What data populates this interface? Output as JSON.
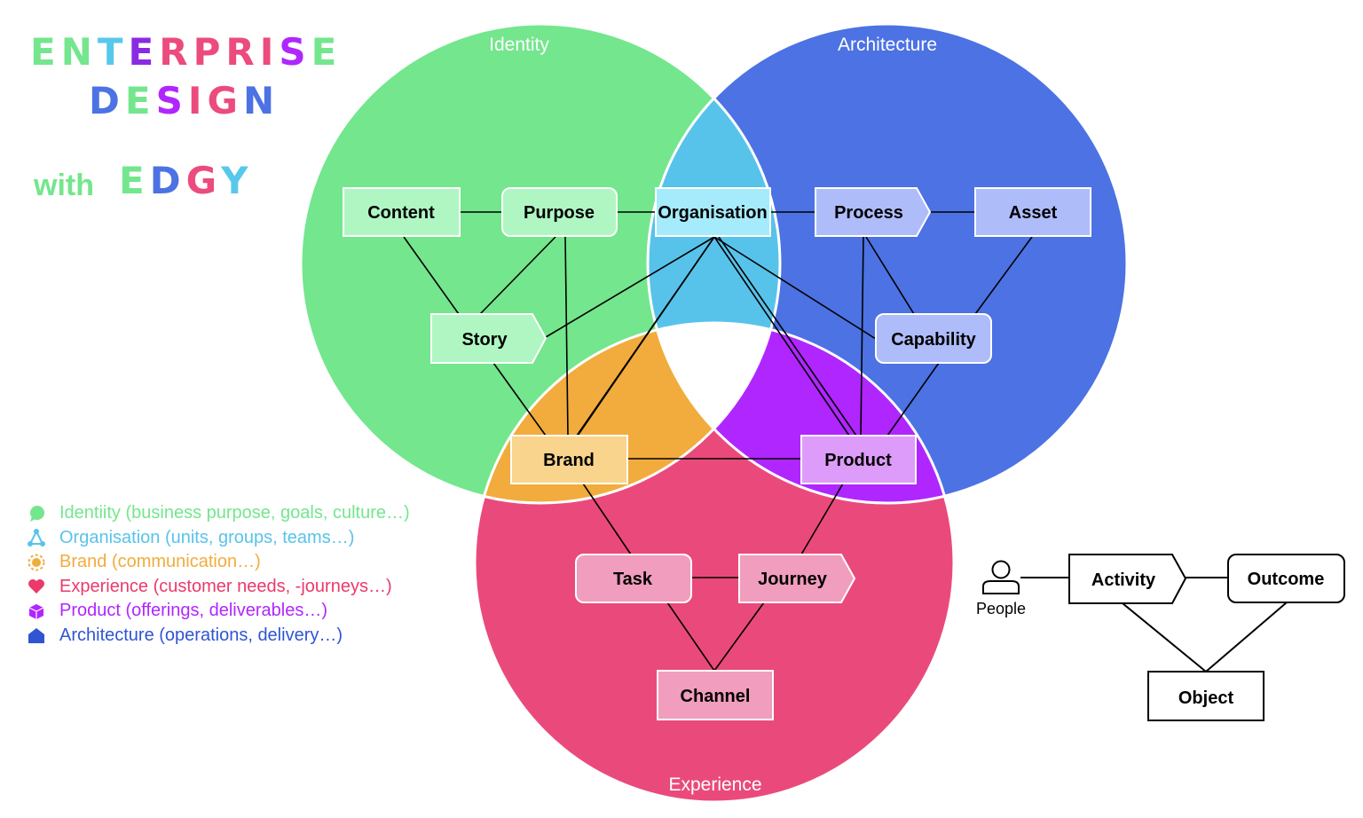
{
  "title": {
    "line1": "ENTERPRISE",
    "line2": "DESIGN",
    "with_word": "with",
    "brand": "EDGY",
    "line1_colors": [
      "#74e68d",
      "#74e68d",
      "#58c8ea",
      "#8a2be2",
      "#ec4b7d",
      "#ec4b7d",
      "#ec4b7d",
      "#ec4b7d",
      "#b026ff",
      "#74e68d"
    ],
    "line2_colors": [
      "#4c72e3",
      "#74e68d",
      "#b026ff",
      "#ec4b7d",
      "#ec4b7d",
      "#4c72e3"
    ],
    "brand_colors": [
      "#74e68d",
      "#4c72e3",
      "#ec4b7d",
      "#58c8ea"
    ]
  },
  "colors": {
    "identity": "#74e68d",
    "architecture": "#4c72e3",
    "experience": "#ea4a7b",
    "organisation": "#58c3ea",
    "brand": "#f1ac3d",
    "product": "#b026ff",
    "identity_box": "#b0f6c3",
    "organisation_box": "#a6ebfb",
    "architecture_box": "#aebcfa",
    "brand_box": "#f8d48d",
    "product_box": "#dd9cf9",
    "experience_box": "#f19dbd"
  },
  "circles": {
    "identity": "Identity",
    "architecture": "Architecture",
    "experience": "Experience"
  },
  "nodes": {
    "content": "Content",
    "purpose": "Purpose",
    "organisation": "Organisation",
    "process": "Process",
    "asset": "Asset",
    "story": "Story",
    "capability": "Capability",
    "brand": "Brand",
    "product": "Product",
    "task": "Task",
    "journey": "Journey",
    "channel": "Channel"
  },
  "legend": [
    {
      "icon": "chat-bubble-icon",
      "text": "Identiity (business purpose, goals, culture…)",
      "color": "#74e68d"
    },
    {
      "icon": "network-triangle-icon",
      "text": "Organisation (units, groups, teams…)",
      "color": "#58c3ea"
    },
    {
      "icon": "sun-icon",
      "text": "Brand (communication…)",
      "color": "#f1ac3d"
    },
    {
      "icon": "heart-icon",
      "text": "Experience (customer needs, -journeys…)",
      "color": "#ea3a6b"
    },
    {
      "icon": "cube-icon",
      "text": "Product (offerings, deliverables…)",
      "color": "#b026ff"
    },
    {
      "icon": "house-icon",
      "text": "Architecture (operations, delivery…)",
      "color": "#2f55d4"
    }
  ],
  "key": {
    "people": "People",
    "activity": "Activity",
    "outcome": "Outcome",
    "object": "Object"
  }
}
